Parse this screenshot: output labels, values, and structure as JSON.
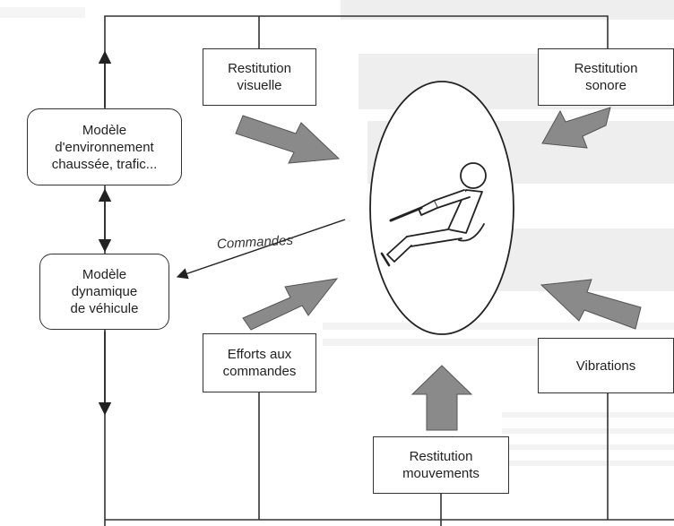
{
  "diagram": {
    "boxes": {
      "visuelle": "Restitution\nvisuelle",
      "sonore": "Restitution\nsonore",
      "environnement": "Modèle\nd'environnement\nchaussée, trafic...",
      "dynamique": "Modèle\ndynamique\nde véhicule",
      "efforts": "Efforts aux\ncommandes",
      "vibrations": "Vibrations",
      "mouvements": "Restitution\nmouvements"
    },
    "commandes_label": "Commandes"
  },
  "colors": {
    "line": "#333333",
    "arrow_fill": "#8a8a8a",
    "box_border": "#333333",
    "bleed": "#e9e9e9"
  }
}
